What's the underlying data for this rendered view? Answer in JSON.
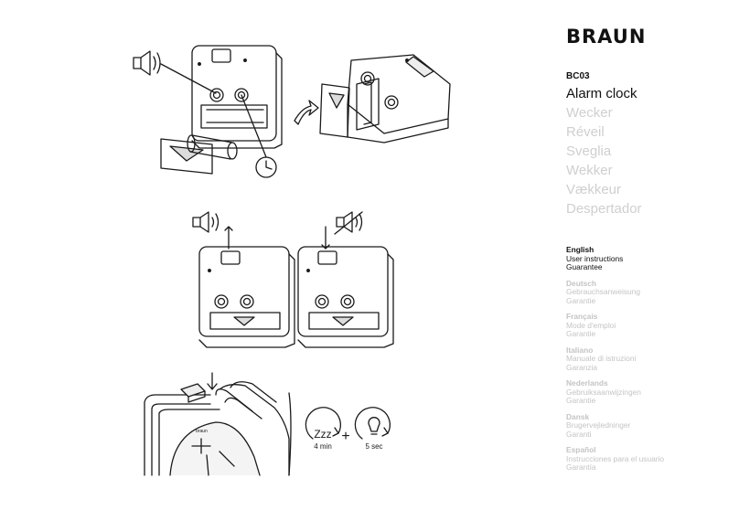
{
  "brand": "BRAUN",
  "model": "BC03",
  "titles": [
    {
      "text": "Alarm clock",
      "active": true
    },
    {
      "text": "Wecker",
      "active": false
    },
    {
      "text": "Réveil",
      "active": false
    },
    {
      "text": "Sveglia",
      "active": false
    },
    {
      "text": "Wekker",
      "active": false
    },
    {
      "text": "Vækkeur",
      "active": false
    },
    {
      "text": "Despertador",
      "active": false
    }
  ],
  "languages": [
    {
      "name": "English",
      "line1": "User instructions",
      "line2": "Guarantee",
      "active": true
    },
    {
      "name": "Deutsch",
      "line1": "Gebrauchsanweisung",
      "line2": "Garantie",
      "active": false
    },
    {
      "name": "Français",
      "line1": "Mode d'emploi",
      "line2": "Garantie",
      "active": false
    },
    {
      "name": "Italiano",
      "line1": "Manuale di istruzioni",
      "line2": "Garanzia",
      "active": false
    },
    {
      "name": "Nederlands",
      "line1": "Gebruiksaanwijzingen",
      "line2": "Garantie",
      "active": false
    },
    {
      "name": "Dansk",
      "line1": "Brugervejledninger",
      "line2": "Garanti",
      "active": false
    },
    {
      "name": "Español",
      "line1": "Instrucciones para el usuario",
      "line2": "Garantía",
      "active": false
    }
  ],
  "icons": {
    "snooze_label": "Zzz",
    "snooze_time": "4 min",
    "plus": "+",
    "light_time": "5 sec"
  },
  "colors": {
    "text": "#111111",
    "inactive_title": "#cfcfcf",
    "inactive_lang": "#c4c4c4",
    "line": "#1a1a1a"
  }
}
